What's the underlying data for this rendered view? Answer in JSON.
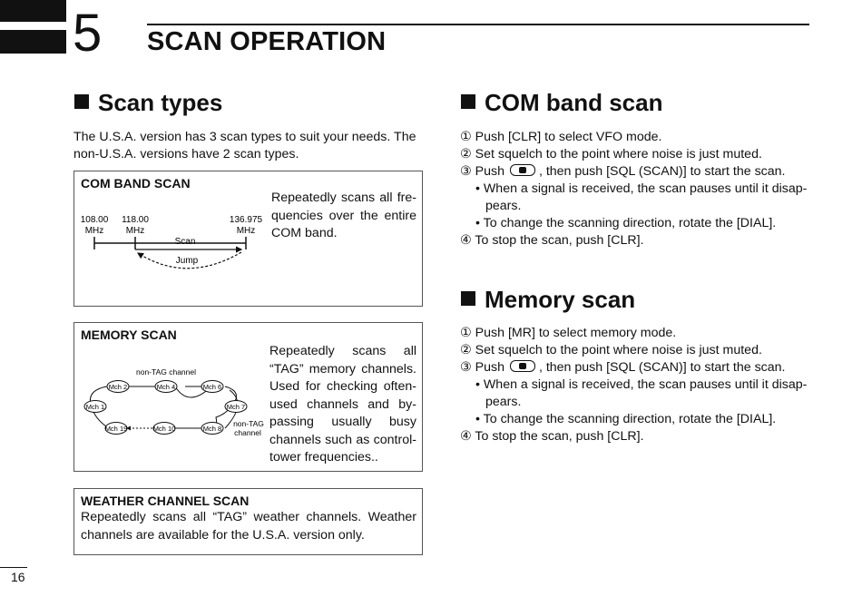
{
  "chapter": {
    "number": "5",
    "title": "SCAN OPERATION"
  },
  "scan_types": {
    "heading": "Scan types",
    "intro": "The U.S.A. version has 3 scan types to suit your needs. The non-U.S.A. versions have 2 scan types.",
    "com_box": {
      "title": "COM BAND SCAN",
      "text": "Repeatedly scans all fre- quencies over the entire COM band.",
      "diagram": {
        "freq1": "108.00",
        "freq2": "118.00",
        "freq3": "136.975",
        "unit": "MHz",
        "scan_label": "Scan",
        "jump_label": "Jump"
      }
    },
    "mem_box": {
      "title": "MEMORY SCAN",
      "text": "Repeatedly scans all “TAG” memory channels. Used for checking often-used channels and by-passing usually busy channels such as control-tower frequencies..",
      "diagram": {
        "non_tag_top": "non-TAG channel",
        "non_tag_side_1": "non-TAG",
        "non_tag_side_2": "channel",
        "channels": [
          "Mch 1",
          "Mch 2",
          "Mch 4",
          "Mch 6",
          "Mch 7",
          "Mch 8",
          "Mch 10",
          "Mch 19"
        ]
      }
    },
    "wx_box": {
      "title": "WEATHER CHANNEL SCAN",
      "text": "Repeatedly scans all “TAG” weather channels. Weather channels are available for the U.S.A. version only."
    }
  },
  "com_scan": {
    "heading": "COM band scan",
    "steps": {
      "s1": "① Push [CLR] to select VFO mode.",
      "s2": "② Set squelch to the point where noise is just muted.",
      "s3a": "③ Push",
      "s3b": ", then push [SQL (SCAN)] to start the scan.",
      "b1a": "• When a signal is received, the scan pauses until it disap-",
      "b1b": "pears.",
      "b2": "• To change the scanning direction, rotate the [DIAL].",
      "s4": "④ To stop the scan, push [CLR]."
    }
  },
  "mem_scan": {
    "heading": "Memory scan",
    "steps": {
      "s1": "① Push [MR] to select memory mode.",
      "s2": "② Set squelch to the point where noise is just muted.",
      "s3a": "③ Push",
      "s3b": ", then push [SQL (SCAN)] to start the scan.",
      "b1a": "• When a signal is received, the scan pauses until it disap-",
      "b1b": "pears.",
      "b2": "• To change the scanning direction, rotate the [DIAL].",
      "s4": "④ To stop the scan, push [CLR]."
    }
  },
  "icons": {
    "function_key": "f-key-icon"
  },
  "page_number": "16"
}
